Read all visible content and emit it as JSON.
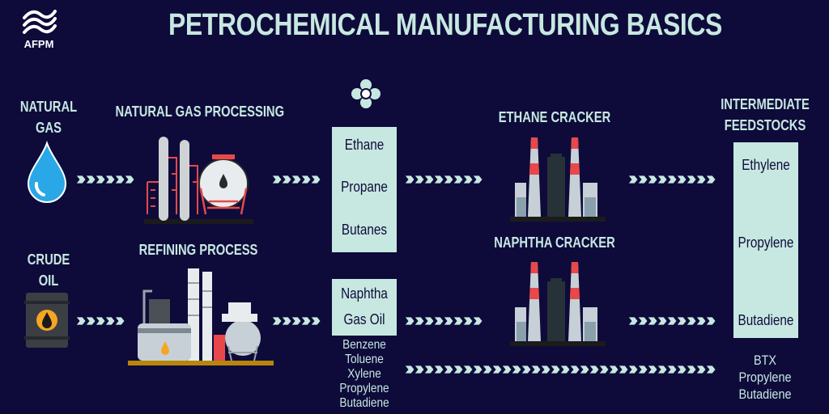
{
  "header": {
    "title": "PETROCHEMICAL MANUFACTURING BASICS",
    "logo_text": "AFPM",
    "logo_icon": "afpm-wave-logo-icon"
  },
  "sources": {
    "natural_gas": "NATURAL\nGAS",
    "crude_oil": "CRUDE\nOIL"
  },
  "processes": {
    "natural_gas_processing": "NATURAL GAS PROCESSING",
    "refining": "REFINING PROCESS",
    "ethane_cracker": "ETHANE CRACKER",
    "naphtha_cracker": "NAPHTHA CRACKER"
  },
  "feedstocks": {
    "gas_liquids": [
      "Ethane",
      "Propane",
      "Butanes"
    ],
    "refinery_liquids": [
      "Naphtha",
      "Gas Oil"
    ],
    "aromatics": [
      "Benzene",
      "Toluene",
      "Xylene",
      "Propylene",
      "Butadiene"
    ]
  },
  "outputs": {
    "heading": "INTERMEDIATE\nFEEDSTOCKS",
    "items": [
      "Ethylene",
      "Propylene",
      "Butadiene"
    ],
    "btx": [
      "BTX",
      "Propylene",
      "Butadiene"
    ]
  },
  "colors": {
    "background": "#0e0b3b",
    "accent": "#c7e8e0",
    "drop": "#2aa7e6",
    "flame": "#f5a623",
    "stack_red": "#e8484a"
  }
}
